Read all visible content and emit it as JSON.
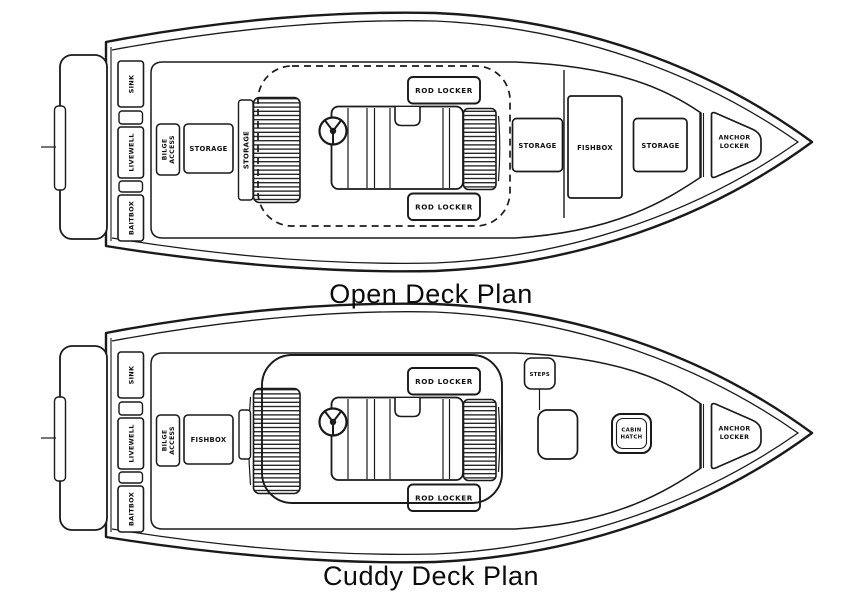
{
  "figure": {
    "type": "boat deck plan line drawing",
    "colors": {
      "ink": "#1a1a1a",
      "background": "#ffffff"
    }
  },
  "boats": [
    {
      "caption": "Open Deck Plan",
      "labels": {
        "sink": "SINK",
        "livewell": "LIVEWELL",
        "baitbox": "BAITBOX",
        "bilge_access": {
          "l1": "BILGE",
          "l2": "ACCESS"
        },
        "mid_box": "STORAGE",
        "side_vertical": "STORAGE",
        "rod_locker_top": "ROD LOCKER",
        "rod_locker_bottom": "ROD LOCKER",
        "fwd_storage_aft": "STORAGE",
        "fwd_fishbox": "FISHBOX",
        "fwd_storage_bow": "STORAGE",
        "anchor_locker": {
          "l1": "ANCHOR",
          "l2": "LOCKER"
        }
      }
    },
    {
      "caption": "Cuddy Deck Plan",
      "labels": {
        "sink": "SINK",
        "livewell": "LIVEWELL",
        "baitbox": "BAITBOX",
        "bilge_access": {
          "l1": "BILGE",
          "l2": "ACCESS"
        },
        "mid_box": "FISHBOX",
        "steps": "STEPS",
        "cabin_hatch": {
          "l1": "CABIN",
          "l2": "HATCH"
        },
        "rod_locker_top": "ROD LOCKER",
        "rod_locker_bottom": "ROD LOCKER",
        "anchor_locker": {
          "l1": "ANCHOR",
          "l2": "LOCKER"
        }
      }
    }
  ]
}
